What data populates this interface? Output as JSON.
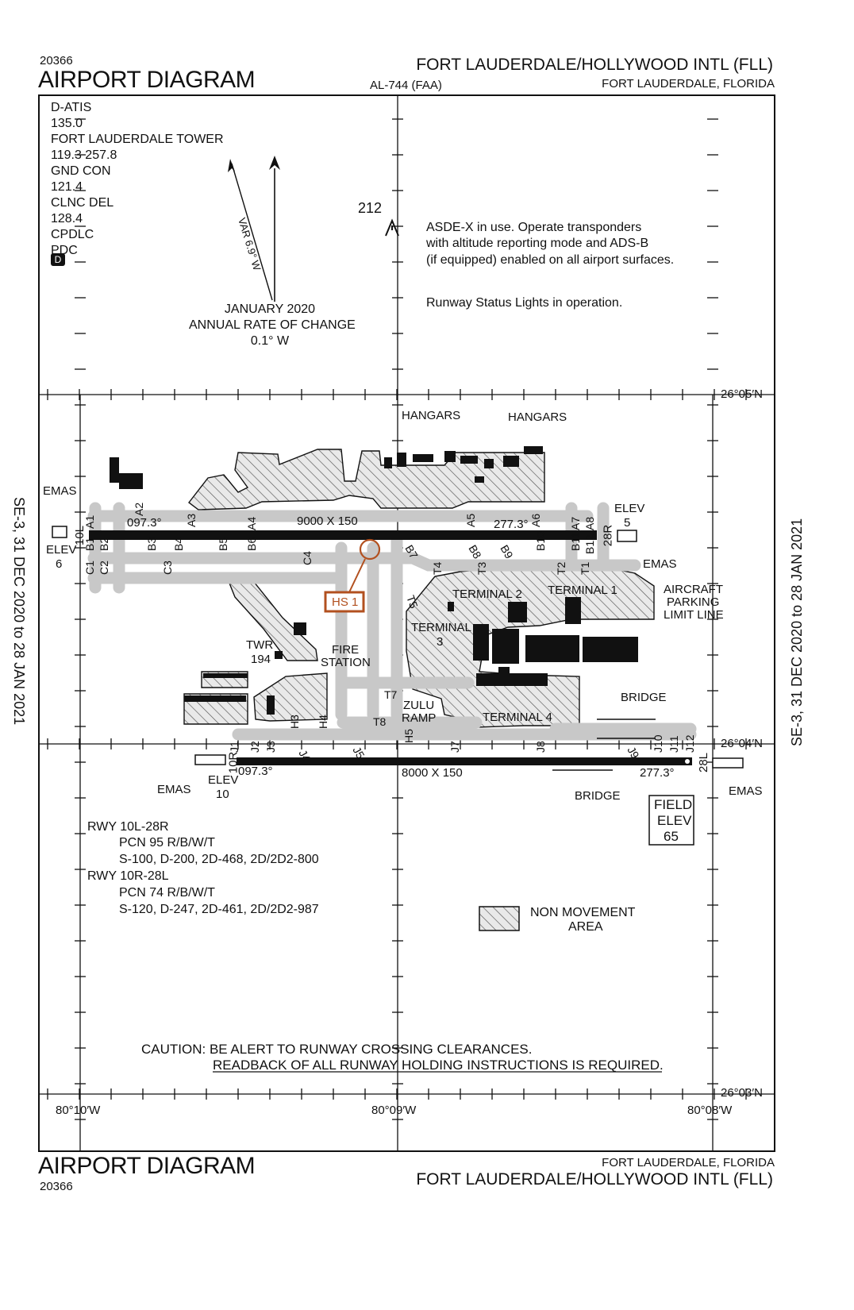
{
  "header": {
    "doc_number": "20366",
    "title": "AIRPORT DIAGRAM",
    "chart_id": "AL-744 (FAA)",
    "airport_name": "FORT LAUDERDALE/HOLLYWOOD INTL (FLL)",
    "city_state": "FORT LAUDERDALE, FLORIDA"
  },
  "footer": {
    "doc_number": "20366",
    "title": "AIRPORT DIAGRAM",
    "airport_name": "FORT LAUDERDALE/HOLLYWOOD INTL (FLL)",
    "city_state": "FORT LAUDERDALE, FLORIDA"
  },
  "side_notes": {
    "left": "SE-3, 31 DEC 2020 to 28 JAN 2021",
    "right": "SE-3, 31 DEC 2020 to 28 JAN 2021"
  },
  "frequencies": [
    "D-ATIS",
    "135.0",
    "FORT LAUDERDALE TOWER",
    "119.3  257.8",
    "GND CON",
    "121.4",
    "CLNC DEL",
    "128.4",
    "CPDLC",
    "PDC"
  ],
  "freq_badge": "D",
  "magnetic": {
    "var_label": "VAR 6.9° W",
    "epoch": "JANUARY 2020",
    "rate_title": "ANNUAL RATE OF CHANGE",
    "rate_value": "0.1° W"
  },
  "obstacle": {
    "elevation": "212"
  },
  "notes": [
    "ASDE-X in use. Operate transponders",
    "with altitude reporting mode and ADS-B",
    "(if equipped) enabled on all airport surfaces.",
    "Runway Status Lights in operation."
  ],
  "latitudes": [
    "26°05′N",
    "26°04′N",
    "26°03′N"
  ],
  "longitudes": [
    "80°10′W",
    "80°09′W",
    "80°08′W"
  ],
  "runways": {
    "north": {
      "dimensions": "9000 X 150",
      "end_west": "10L",
      "end_east": "28R",
      "hdg_west": "097.3°",
      "hdg_east": "277.3°",
      "elev_west": "6",
      "elev_east": "5"
    },
    "south": {
      "dimensions": "8000 X 150",
      "end_west": "10R",
      "end_east": "28L",
      "hdg_west": "097.3°",
      "hdg_east": "277.3°",
      "elev_west": "10"
    }
  },
  "labels": {
    "elev": "ELEV",
    "emas": "EMAS",
    "hangars": "HANGARS",
    "terminal1": "TERMINAL 1",
    "terminal2": "TERMINAL 2",
    "terminal3": "TERMINAL",
    "terminal3_num": "3",
    "terminal4": "TERMINAL 4",
    "tower": "TWR",
    "tower_elev": "194",
    "fire_station_1": "FIRE",
    "fire_station_2": "STATION",
    "zulu_1": "ZULU",
    "zulu_2": "RAMP",
    "bridge": "BRIDGE",
    "aircraft_parking": [
      "AIRCRAFT",
      "PARKING",
      "LIMIT LINE"
    ],
    "hot_spot": "HS 1",
    "field_elev": [
      "FIELD",
      "ELEV",
      "65"
    ]
  },
  "taxiways_north": [
    "A1",
    "A2",
    "A3",
    "A4",
    "A5",
    "A6",
    "A7",
    "A8",
    "B1",
    "B2",
    "B3",
    "B4",
    "B5",
    "B6",
    "B7",
    "B8",
    "B9",
    "B10",
    "B11",
    "B12",
    "C1",
    "C2",
    "C3",
    "C4",
    "T1",
    "T2",
    "T3",
    "T4",
    "T5"
  ],
  "taxiways_south": [
    "J1",
    "J2",
    "J3",
    "J4",
    "J5",
    "J7",
    "J8",
    "J9",
    "J10",
    "J11",
    "J12",
    "H3",
    "H4",
    "H5",
    "T7",
    "T8"
  ],
  "pcn": {
    "rwy1_title": "RWY 10L-28R",
    "rwy1_pcn": "PCN 95 R/B/W/T",
    "rwy1_loads": "S-100, D-200, 2D-468, 2D/2D2-800",
    "rwy2_title": "RWY 10R-28L",
    "rwy2_pcn": "PCN 74 R/B/W/T",
    "rwy2_loads": "S-120, D-247, 2D-461, 2D/2D2-987"
  },
  "legend": {
    "line1": "NON MOVEMENT",
    "line2": "AREA"
  },
  "caution": {
    "line1": "CAUTION: BE ALERT TO RUNWAY CROSSING CLEARANCES.",
    "line2": "READBACK OF ALL RUNWAY HOLDING INSTRUCTIONS IS REQUIRED."
  },
  "colors": {
    "hot_spot": "#b2501f",
    "taxiway": "#c8c8c8",
    "ink": "#111111"
  }
}
